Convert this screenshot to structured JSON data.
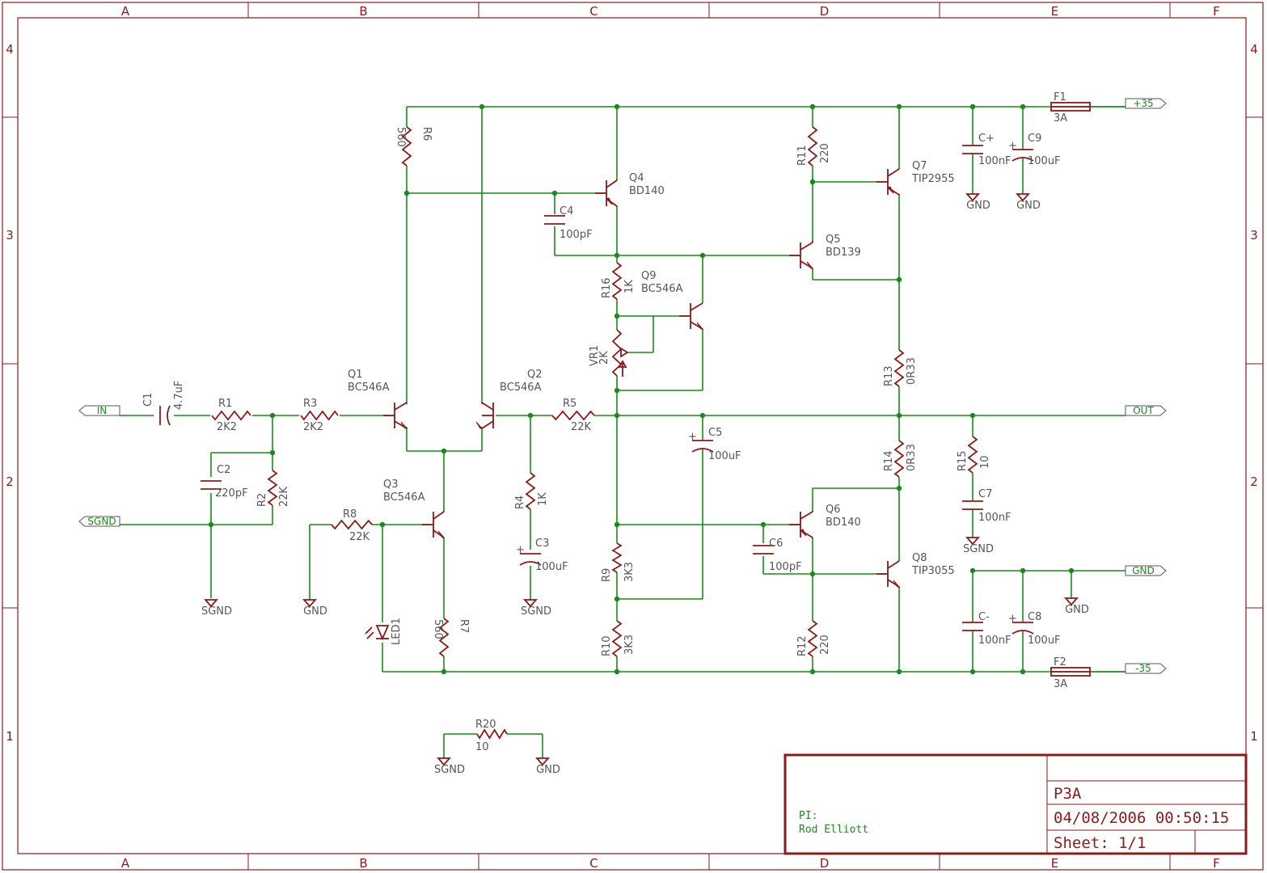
{
  "frame": {
    "columns": [
      "A",
      "B",
      "C",
      "D",
      "E",
      "F"
    ],
    "rows": [
      "4",
      "3",
      "2",
      "1"
    ]
  },
  "title_block": {
    "title": "P3A",
    "datetime": "04/08/2006 00:50:15",
    "sheet": "Sheet: 1/1",
    "author_label": "PI:",
    "author": "Rod Elliott"
  },
  "net_labels": {
    "in": "IN",
    "sgnd": "SGND",
    "pos": "+35",
    "out": "OUT",
    "gnd": "GND",
    "neg": "-35"
  },
  "grounds": {
    "gnd": "GND",
    "sgnd": "SGND"
  },
  "colors": {
    "part": "#8b1a1a",
    "wire": "#1a8a1a",
    "text": "#555555"
  },
  "parts": {
    "C1": {
      "name": "C1",
      "value": "4.7uF"
    },
    "R1": {
      "name": "R1",
      "value": "2K2"
    },
    "R3": {
      "name": "R3",
      "value": "2K2"
    },
    "C2": {
      "name": "C2",
      "value": "220pF"
    },
    "R2": {
      "name": "R2",
      "value": "22K"
    },
    "R6": {
      "name": "R6",
      "value": "560"
    },
    "Q1": {
      "name": "Q1",
      "value": "BC546A"
    },
    "Q2": {
      "name": "Q2",
      "value": "BC546A"
    },
    "Q3": {
      "name": "Q3",
      "value": "BC546A"
    },
    "R8": {
      "name": "R8",
      "value": "22K"
    },
    "LED1": {
      "name": "LED1",
      "value": ""
    },
    "R7": {
      "name": "R7",
      "value": "560"
    },
    "R5": {
      "name": "R5",
      "value": "22K"
    },
    "R4": {
      "name": "R4",
      "value": "1K"
    },
    "C3": {
      "name": "C3",
      "value": "100uF"
    },
    "Q4": {
      "name": "Q4",
      "value": "BD140"
    },
    "C4": {
      "name": "C4",
      "value": "100pF"
    },
    "R16": {
      "name": "R16",
      "value": "1K"
    },
    "Q9": {
      "name": "Q9",
      "value": "BC546A"
    },
    "VR1": {
      "name": "VR1",
      "value": "2K"
    },
    "C5": {
      "name": "C5",
      "value": "100uF"
    },
    "R9": {
      "name": "R9",
      "value": "3K3"
    },
    "R10": {
      "name": "R10",
      "value": "3K3"
    },
    "R11": {
      "name": "R11",
      "value": "220"
    },
    "Q5": {
      "name": "Q5",
      "value": "BD139"
    },
    "Q7": {
      "name": "Q7",
      "value": "TIP2955"
    },
    "R13": {
      "name": "R13",
      "value": "0R33"
    },
    "R14": {
      "name": "R14",
      "value": "0R33"
    },
    "Q6": {
      "name": "Q6",
      "value": "BD140"
    },
    "C6": {
      "name": "C6",
      "value": "100pF"
    },
    "Q8": {
      "name": "Q8",
      "value": "TIP3055"
    },
    "R12": {
      "name": "R12",
      "value": "220"
    },
    "Cp": {
      "name": "C+",
      "value": "100nF"
    },
    "C9": {
      "name": "C9",
      "value": "100uF"
    },
    "F1": {
      "name": "F1",
      "value": "3A"
    },
    "R15": {
      "name": "R15",
      "value": "10"
    },
    "C7": {
      "name": "C7",
      "value": "100nF"
    },
    "Cm": {
      "name": "C-",
      "value": "100nF"
    },
    "C8": {
      "name": "C8",
      "value": "100uF"
    },
    "F2": {
      "name": "F2",
      "value": "3A"
    },
    "R20": {
      "name": "R20",
      "value": "10"
    }
  }
}
